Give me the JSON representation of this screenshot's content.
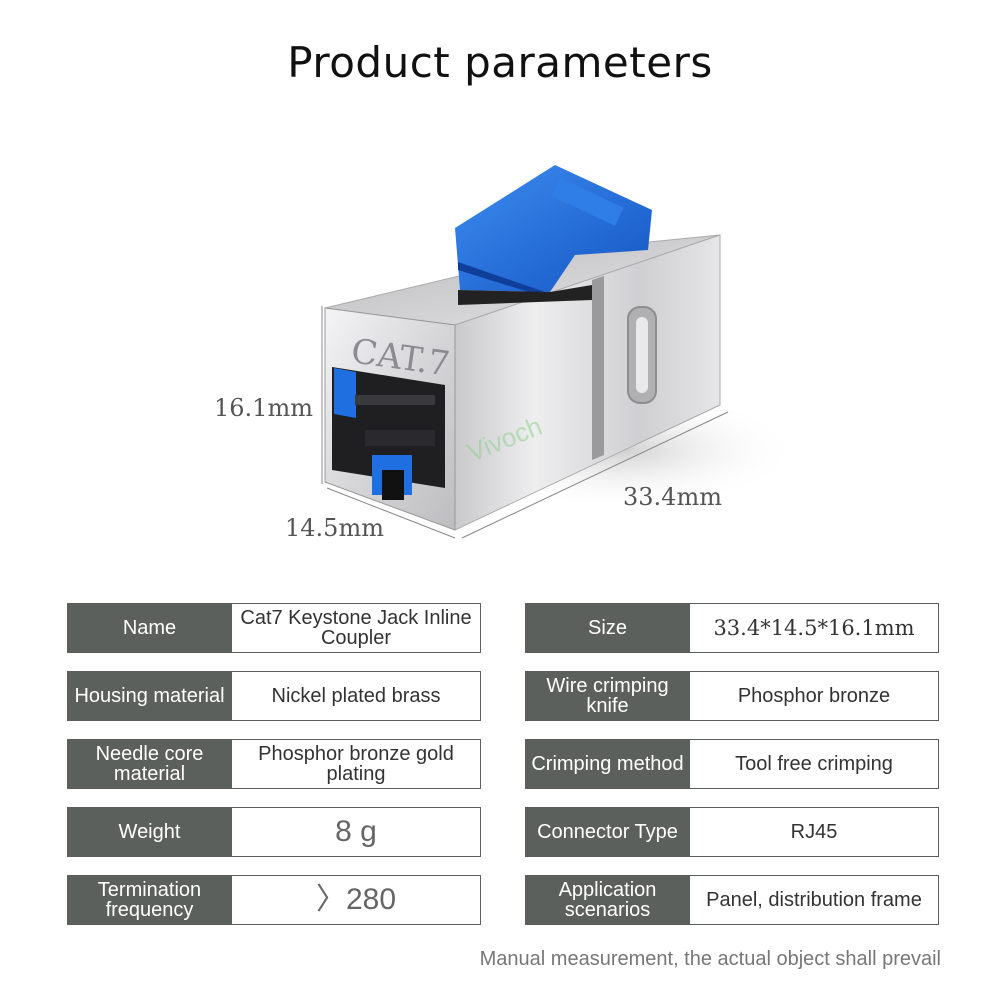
{
  "title": "Product parameters",
  "product": {
    "housing_marking": "CAT.7",
    "watermark": "Vivoch",
    "dimensions": {
      "height": "16.1mm",
      "width": "14.5mm",
      "length": "33.4mm"
    },
    "colors": {
      "latch": "#1f6fe0",
      "housing": "#d2d2d4"
    }
  },
  "params_left": [
    {
      "label": "Name",
      "value": "Cat7 Keystone Jack Inline Coupler"
    },
    {
      "label": "Housing material",
      "value": "Nickel plated brass"
    },
    {
      "label": "Needle core material",
      "value": "Phosphor bronze gold plating"
    },
    {
      "label": "Weight",
      "value": "8 g"
    },
    {
      "label": "Termination frequency",
      "value": "〉280"
    }
  ],
  "params_right": [
    {
      "label": "Size",
      "value": "33.4*14.5*16.1mm"
    },
    {
      "label": "Wire crimping knife",
      "value": "Phosphor bronze"
    },
    {
      "label": "Crimping method",
      "value": "Tool free crimping"
    },
    {
      "label": "Connector Type",
      "value": "RJ45"
    },
    {
      "label": "Application scenarios",
      "value": "Panel, distribution frame"
    }
  ],
  "note": "Manual measurement, the actual object shall prevail",
  "colors": {
    "label_bg": "#5c605c",
    "label_text": "#ffffff",
    "value_text": "#333333"
  }
}
